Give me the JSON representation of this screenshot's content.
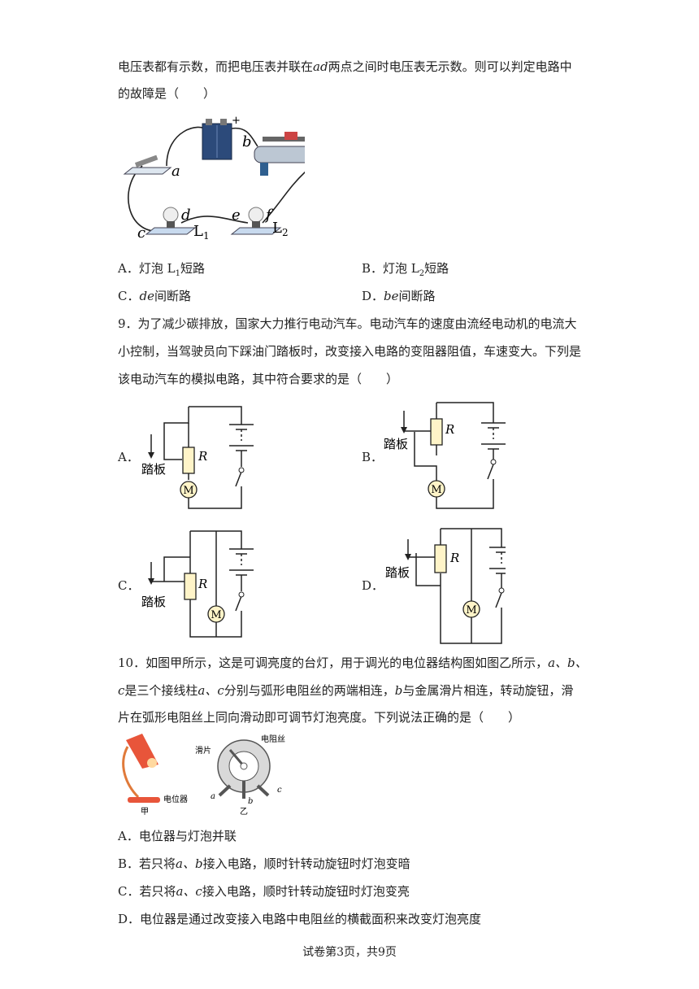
{
  "q8": {
    "line1_pre": "电压表都有示数，而把电压表并联在",
    "line1_var": "ad",
    "line1_post": "两点之间时电压表无示数。则可以判定电路中",
    "line2": "的故障是（　　）",
    "figure_labels": {
      "a": "a",
      "b": "b",
      "c": "c",
      "d": "d",
      "e": "e",
      "f": "f",
      "plus": "+",
      "L1": "L",
      "L1_sub": "1",
      "L2": "L",
      "L2_sub": "2"
    },
    "options": {
      "A_pre": "A．灯泡  L",
      "A_sub": "1",
      "A_post": "短路",
      "B_pre": "B．灯泡  L",
      "B_sub": "2",
      "B_post": "短路",
      "C_pre": "C．",
      "C_var": "de",
      "C_post": "间断路",
      "D_pre": "D．",
      "D_var": "be",
      "D_post": "间断路"
    }
  },
  "q9": {
    "line1": "9．为了减少碳排放，国家大力推行电动汽车。电动汽车的速度由流经电动机的电流大",
    "line2": "小控制，当驾驶员向下踩油门踏板时，改变接入电路的变阻器阻值，车速变大。下列是",
    "line3": "该电动汽车的模拟电路，其中符合要求的是（　　）",
    "option_letters": [
      "A．",
      "B．",
      "C．",
      "D．"
    ],
    "pedal_label": "踏板",
    "resistor_label": "R",
    "motor_label": "M"
  },
  "q10": {
    "line1_pre": "10．如图甲所示，这是可调亮度的台灯，用于调光的电位器结构图如图乙所示，",
    "line1_vars": "a、b、",
    "line2_c": "c",
    "line2_mid1": "是三个接线柱",
    "line2_ac": "a、c",
    "line2_mid2": "分别与弧形电阻丝的两端相连，",
    "line2_b": "b",
    "line2_post": "与金属滑片相连，转动旋钮，滑",
    "line3": "片在弧形电阻丝上同向滑动即可调节灯泡亮度。下列说法正确的是（　　）",
    "figure_labels": {
      "slider": "滑片",
      "wire": "电阻丝",
      "potentiometer": "电位器",
      "jia": "甲",
      "yi": "乙",
      "a": "a",
      "b": "b",
      "c": "c"
    },
    "options": {
      "A": "A．电位器与灯泡并联",
      "B_pre": "B．若只将",
      "B_var": "a、b",
      "B_post": "接入电路，顺时针转动旋钮时灯泡变暗",
      "C_pre": "C．若只将",
      "C_var": "a、c",
      "C_post": "接入电路，顺时针转动旋钮时灯泡变亮",
      "D": "D．电位器是通过改变接入电路中电阻丝的横截面积来改变灯泡亮度"
    }
  },
  "footer": "试卷第3页，共9页"
}
